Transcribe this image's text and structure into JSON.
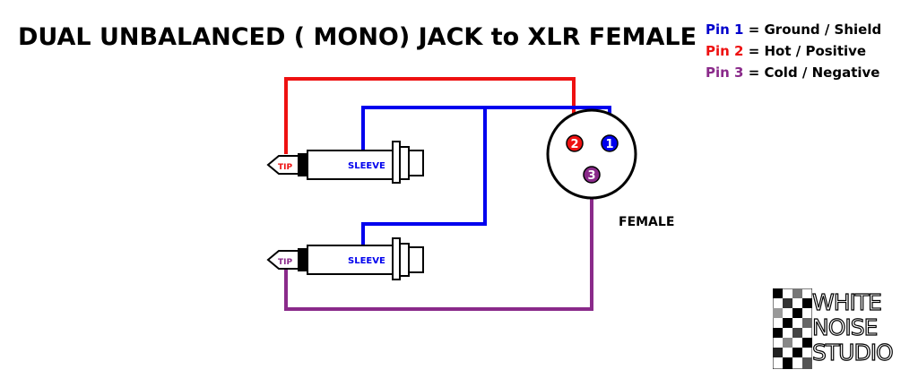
{
  "title": "DUAL UNBALANCED ( MONO) JACK to XLR FEMALE",
  "legend": [
    {
      "pin": "Pin 1",
      "desc": " = Ground / Shield",
      "color": "#0000cc"
    },
    {
      "pin": "Pin 2",
      "desc": " = Hot / Positive",
      "color": "#ee1111"
    },
    {
      "pin": "Pin 3",
      "desc": " = Cold / Negative",
      "color": "#8a2a8a"
    }
  ],
  "plugs": [
    {
      "tip_label": "TIP",
      "sleeve_label": "SLEEVE",
      "tip_color": "#ee1111"
    },
    {
      "tip_label": "TIP",
      "sleeve_label": "SLEEVE",
      "tip_color": "#8a2a8a"
    }
  ],
  "xlr": {
    "connector_label": "FEMALE",
    "pins": [
      "2",
      "1",
      "3"
    ]
  },
  "logo": {
    "lines": [
      "WHITE",
      "NOISE",
      "STUDIO"
    ]
  },
  "colors": {
    "ground": "#0000ee",
    "hot": "#ee1111",
    "cold": "#8a2a8a"
  }
}
